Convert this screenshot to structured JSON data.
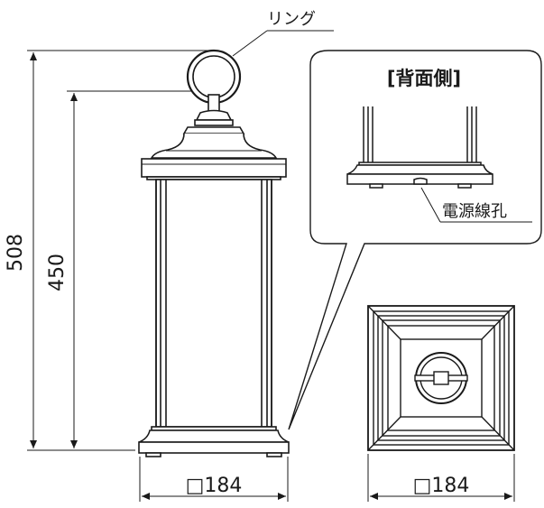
{
  "labels": {
    "ring": "リング",
    "back_side": "[背面側]",
    "cable_hole": "電源線孔"
  },
  "dimensions": {
    "total_height": "508",
    "body_height": "450",
    "front_width": "□184",
    "top_view_width": "□184"
  }
}
